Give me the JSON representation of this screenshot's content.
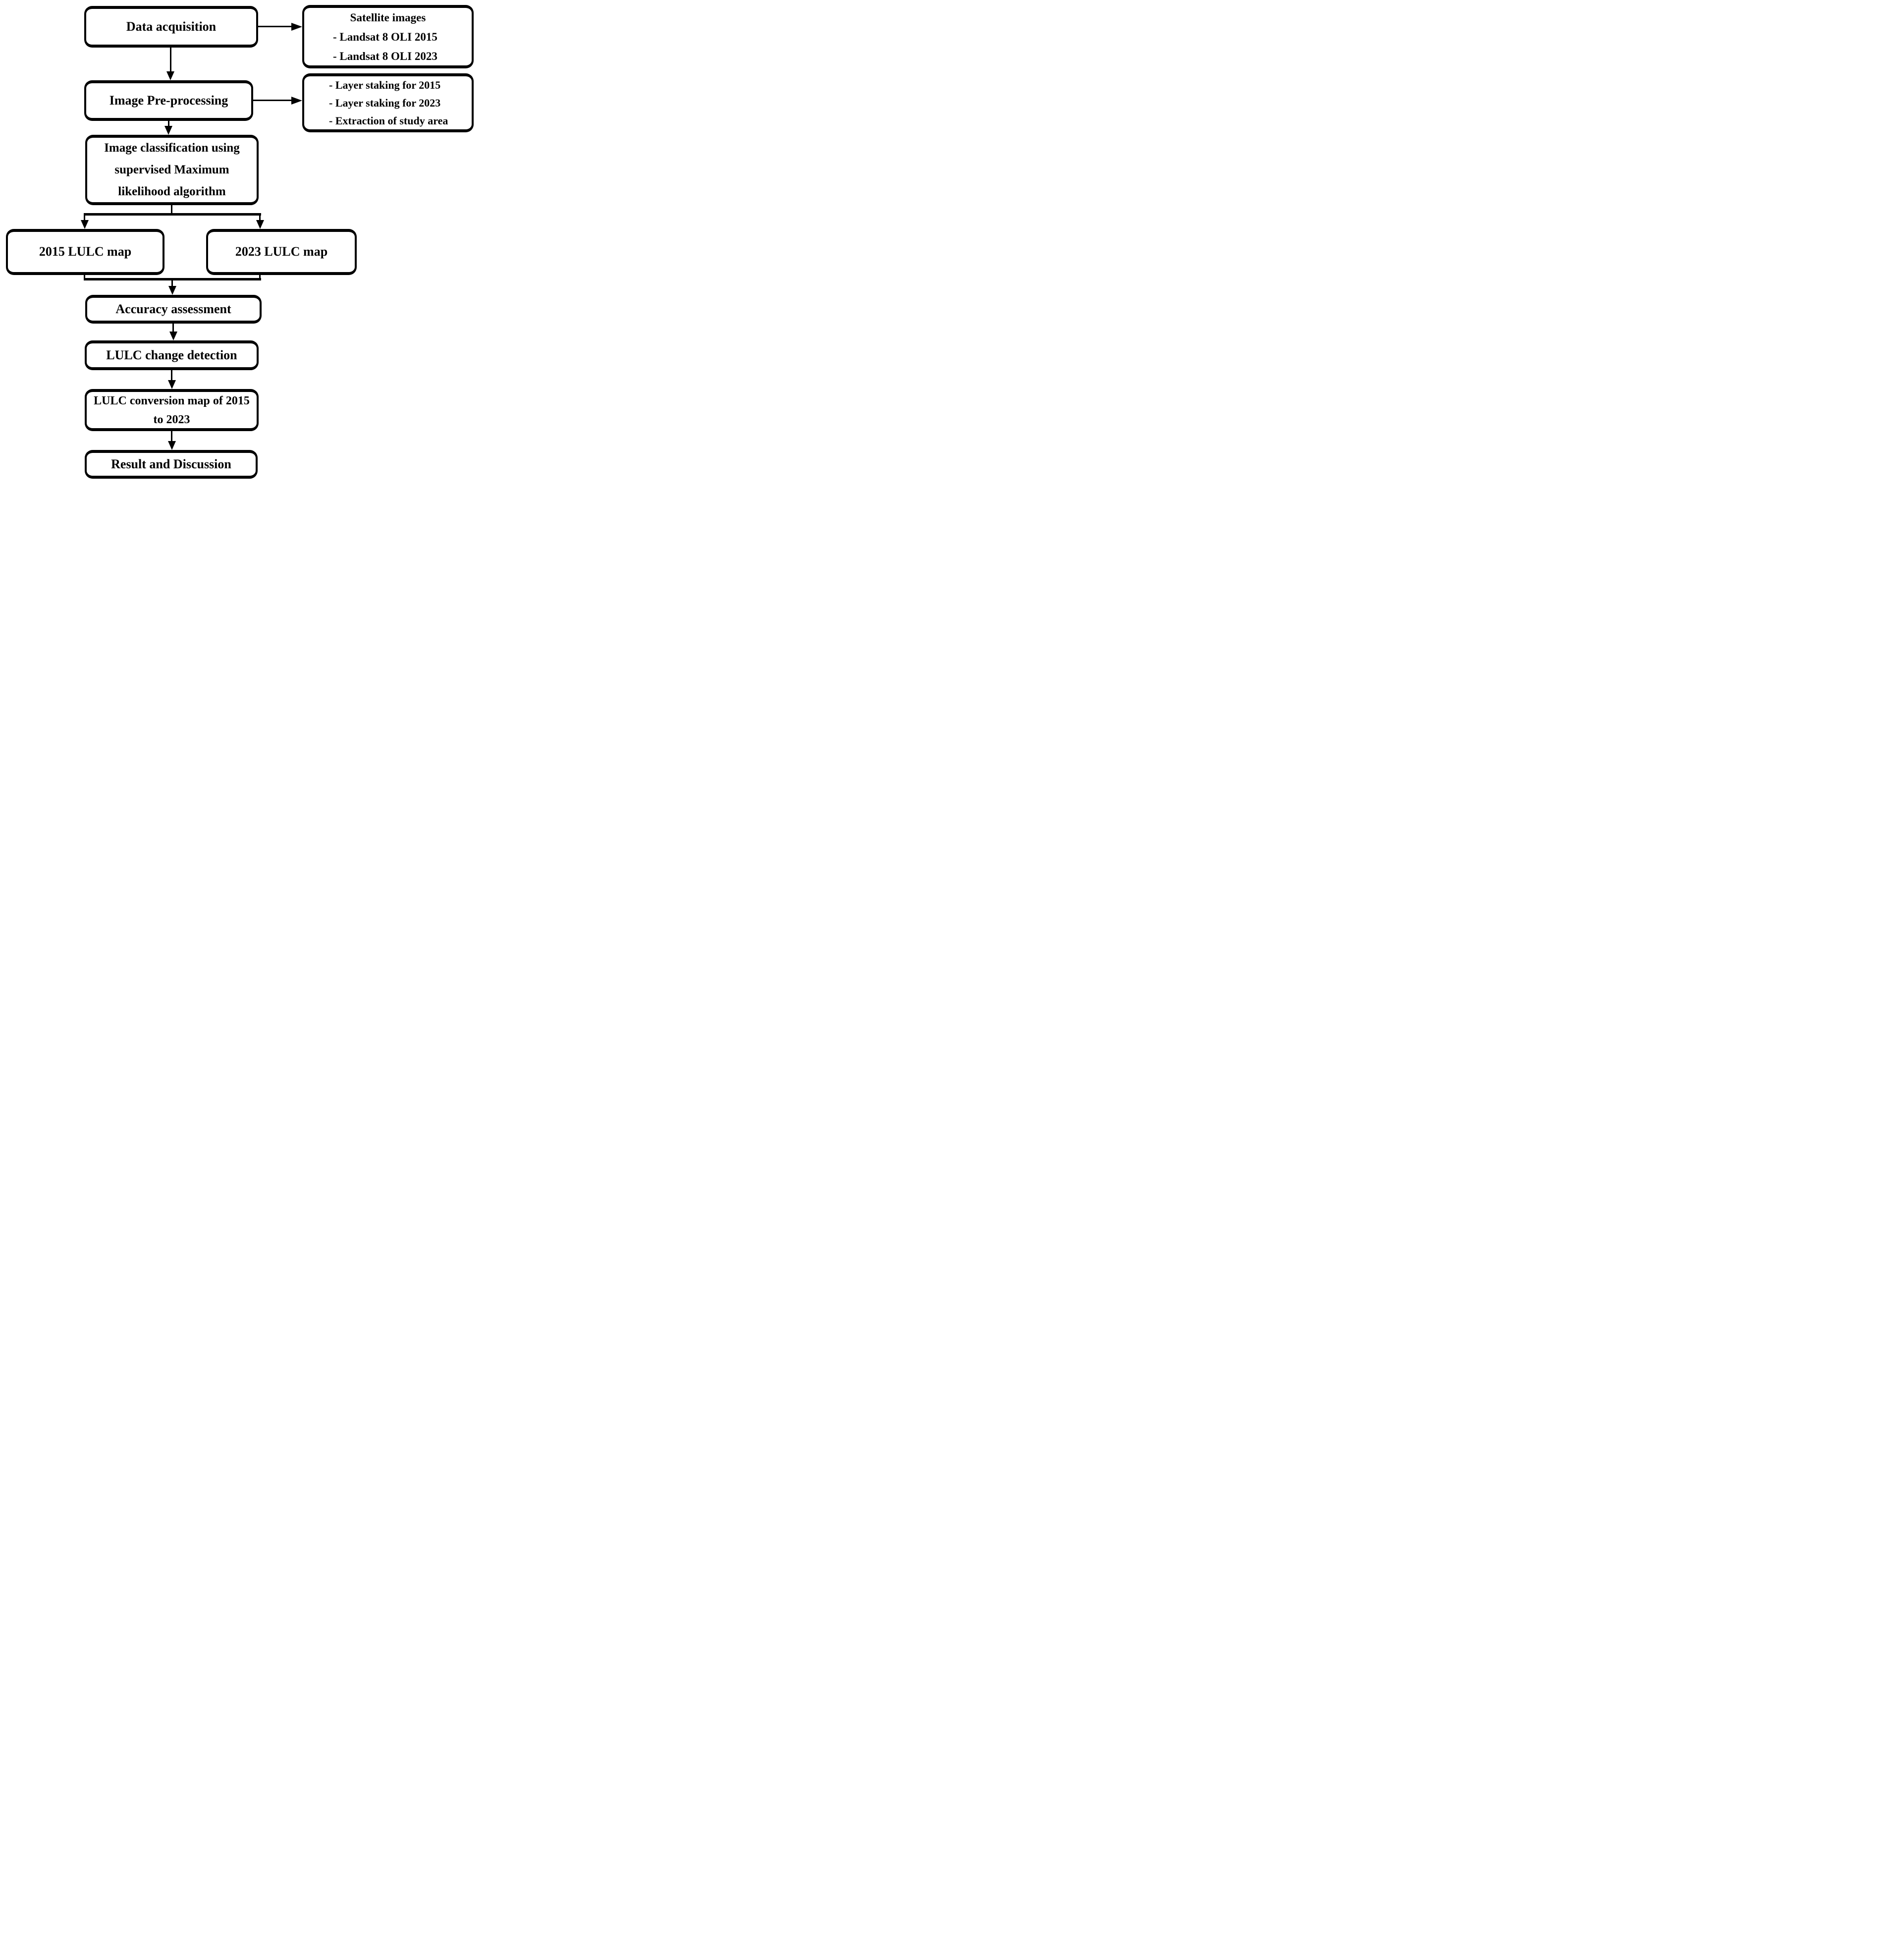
{
  "figure": {
    "background_color": "#ffffff",
    "stroke_color": "#000000",
    "nodes": {
      "data_acquisition": {
        "label": "Data acquisition"
      },
      "satellite_images": {
        "title": "Satellite images",
        "items": [
          "- Landsat 8 OLI 2015",
          "- Landsat 8 OLI 2023"
        ]
      },
      "image_preprocessing": {
        "label": "Image Pre-processing"
      },
      "preprocessing_outputs": {
        "items": [
          "- Layer staking for 2015",
          "- Layer staking for 2023",
          "- Extraction of study area"
        ]
      },
      "image_classification": {
        "lines": [
          "Image classification using",
          "supervised Maximum",
          "likelihood algorithm"
        ]
      },
      "lulc_map_2015": {
        "label": "2015 LULC map"
      },
      "lulc_map_2023": {
        "label": "2023 LULC map"
      },
      "accuracy_assessment": {
        "label": "Accuracy assessment"
      },
      "lulc_change_detection": {
        "label": "LULC change detection"
      },
      "lulc_conversion_map": {
        "lines": [
          "LULC conversion map of 2015",
          "to 2023"
        ]
      },
      "result_discussion": {
        "label": "Result and Discussion"
      }
    }
  }
}
